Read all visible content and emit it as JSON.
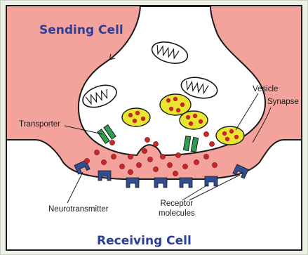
{
  "diagram": {
    "title_top": "Sending Cell",
    "title_bottom": "Receiving Cell",
    "labels": {
      "vesicle": "Vesicle",
      "synapse": "Synapse",
      "transporter": "Transporter",
      "neurotransmitter": "Neurotransmitter",
      "receptor_line1": "Receptor",
      "receptor_line2": "molecules"
    }
  },
  "colors": {
    "background": "#f4a39c",
    "cell_fill": "#ffffff",
    "title_text": "#2b3f9a",
    "vesicle_fill": "#e8e630",
    "molecule_fill": "#c62828",
    "transporter_fill": "#2e9e4f",
    "receptor_fill": "#2f4d8f"
  },
  "icons": {
    "mitochondrion": "mitochondrion-icon",
    "vesicle": "vesicle-icon",
    "neurotransmitter": "molecule-dot-icon",
    "transporter": "transporter-icon",
    "receptor": "receptor-icon"
  }
}
